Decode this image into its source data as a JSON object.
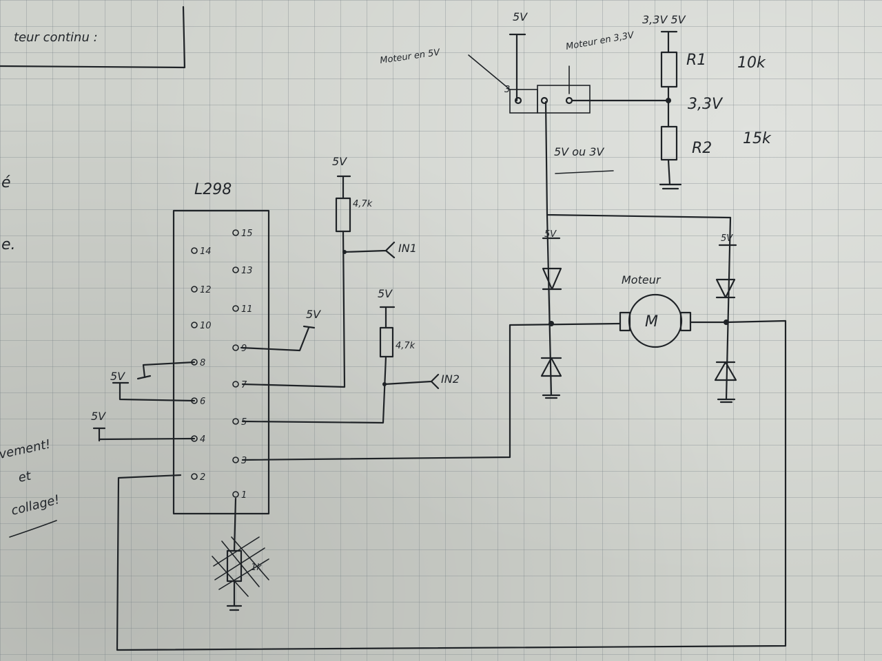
{
  "title_box": {
    "text": "teur continu :"
  },
  "chip": {
    "name": "L298",
    "pins_right": [
      "15",
      "13",
      "11",
      "9",
      "7",
      "5",
      "3",
      "1"
    ],
    "pins_left": [
      "14",
      "12",
      "10",
      "8",
      "6",
      "4",
      "2"
    ]
  },
  "supply_labels": {
    "pin9": "5V",
    "pin8_6": "5V",
    "pin4": "5V",
    "in1_pullup": "5V",
    "in2_pullup": "5V",
    "motor_top": "5V",
    "divider_top": "3,3V 5V"
  },
  "resistors": {
    "in1_pullup": "4,7k",
    "in2_pullup": "4,7k",
    "sense": "1k",
    "r1": "R1",
    "r1_value": "10k",
    "r2": "R2",
    "r2_value": "15k"
  },
  "signals": {
    "in1": "IN1",
    "in2": "IN2"
  },
  "motor": {
    "label": "Moteur",
    "symbol": "M"
  },
  "jumper": {
    "left_label": "Moteur en 5V",
    "right_label": "Moteur en 3,3V",
    "pin_number": "3",
    "mid_voltage": "3,3V",
    "selector_label": "5V ou 3V"
  },
  "diodes": {
    "top_label_left": "5V",
    "top_label_right": "5V"
  },
  "margin_notes": {
    "note1": "vement!",
    "note2": "et",
    "note3": "collage!",
    "mark1": "é",
    "mark2": "e."
  }
}
